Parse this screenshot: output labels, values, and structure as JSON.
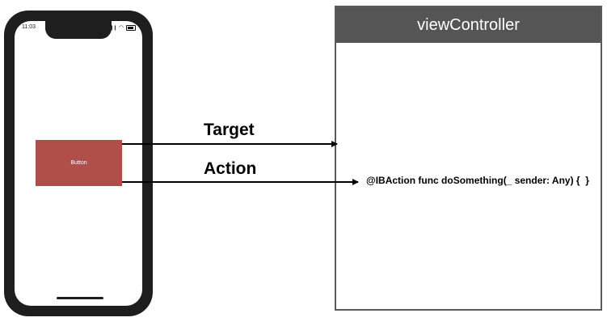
{
  "phone": {
    "status_time": "11:03",
    "icons": [
      "signal-icon",
      "wifi-icon",
      "battery-icon"
    ],
    "button_label": "Button",
    "button_color": "#b04f4a"
  },
  "view_controller": {
    "title": "viewController",
    "header_color": "#555555"
  },
  "connections": {
    "target_label": "Target",
    "action_label": "Action",
    "action_code": "@IBAction func doSomething(_ sender: Any) {  }"
  }
}
